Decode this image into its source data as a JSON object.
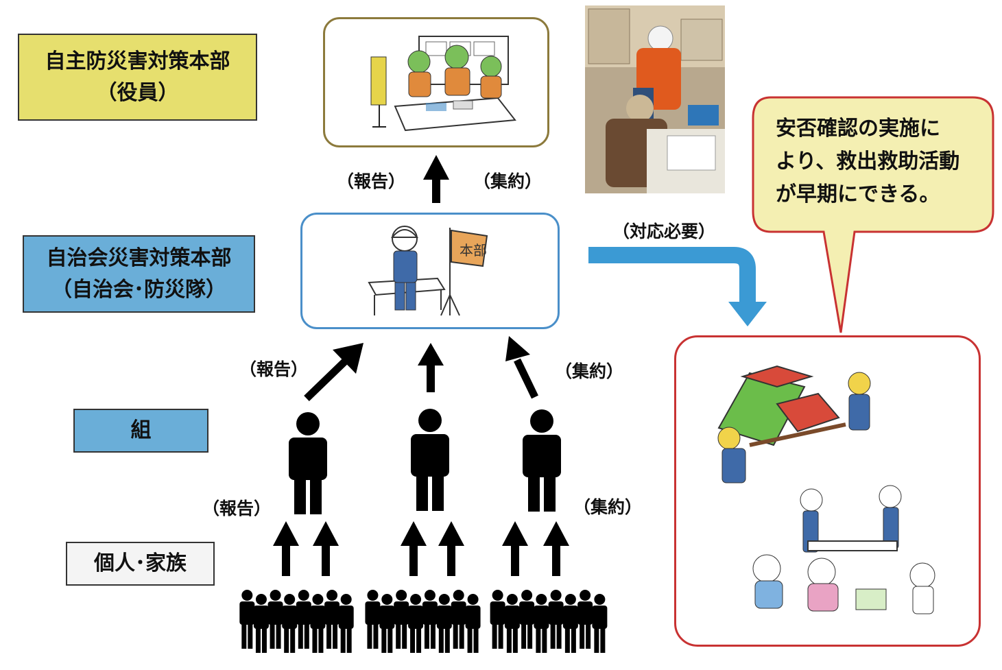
{
  "tiers": {
    "executive": {
      "line1": "自主防災害対策本部",
      "line2": "（役員）",
      "color": "#e6df6e"
    },
    "council": {
      "line1": "自治会災害対策本部",
      "line2": "（自治会･防災隊）",
      "color": "#6aaed8"
    },
    "group": {
      "label": "組",
      "color": "#6aaed8"
    },
    "household": {
      "label": "個人･家族",
      "color": "#f4f4f4"
    }
  },
  "arrow_labels": {
    "report_top": "（報告）",
    "aggregate_top": "（集約）",
    "report_mid": "（報告）",
    "aggregate_mid": "（集約）",
    "report_low": "（報告）",
    "aggregate_low": "（集約）",
    "response_needed": "（対応必要）"
  },
  "callout": {
    "line1": "安否確認の実施に",
    "line2": "より、救出救助活動",
    "line3": "が早期にできる。",
    "color": "#f4efb2"
  },
  "illustration_labels": {
    "hq_flag": "本部"
  },
  "colors": {
    "hq_border_exec": "#8c7a3c",
    "hq_border_council": "#4a8fc9",
    "rescue_border": "#c83232",
    "callout_border": "#c83232",
    "flow_arrow": "#3b9ad4"
  }
}
